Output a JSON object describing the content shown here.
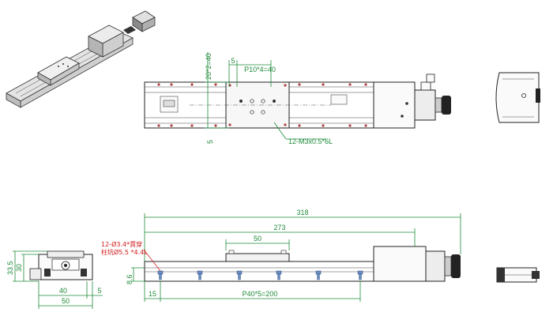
{
  "dimensions": {
    "top_view": {
      "height_20x2": "20*2=40",
      "pitch_p10x4": "P10*4=40",
      "offset_5_top": "5",
      "offset_5_left": "5",
      "tapped_holes": "12-M3x0.5*6L"
    },
    "front_view": {
      "total_length": "318",
      "stroke_length": "273",
      "carriage_width": "50",
      "hole_pitch": "P40*5=200",
      "end_offset": "15",
      "height": "8.6",
      "mount_hole_note_line1": "12-Ø3.4*貫穿",
      "mount_hole_note_line2": "柱坑Ø5.5 *4.4L"
    },
    "end_view": {
      "height_total": "33.5",
      "height_inner": "30",
      "width_inner": "40",
      "width_total": "50",
      "offset_5": "5"
    }
  },
  "colors": {
    "dimension": "#1f8a3a",
    "note": "#d01818",
    "outline": "#222222",
    "screw_blue": "#6b8fc4",
    "hole_red": "#b04040"
  }
}
